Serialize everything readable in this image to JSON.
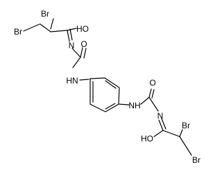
{
  "molecule": {
    "bond_color": "#000000",
    "label_color": "#000000",
    "labels": {
      "br1": "Br",
      "br2": "Br",
      "oh1": "HO",
      "n1": "N",
      "o1": "O",
      "nh1": "HN",
      "nh2": "NH",
      "o2": "O",
      "n2": "N",
      "oh2": "HO",
      "br3": "Br",
      "br4": "Br"
    }
  }
}
